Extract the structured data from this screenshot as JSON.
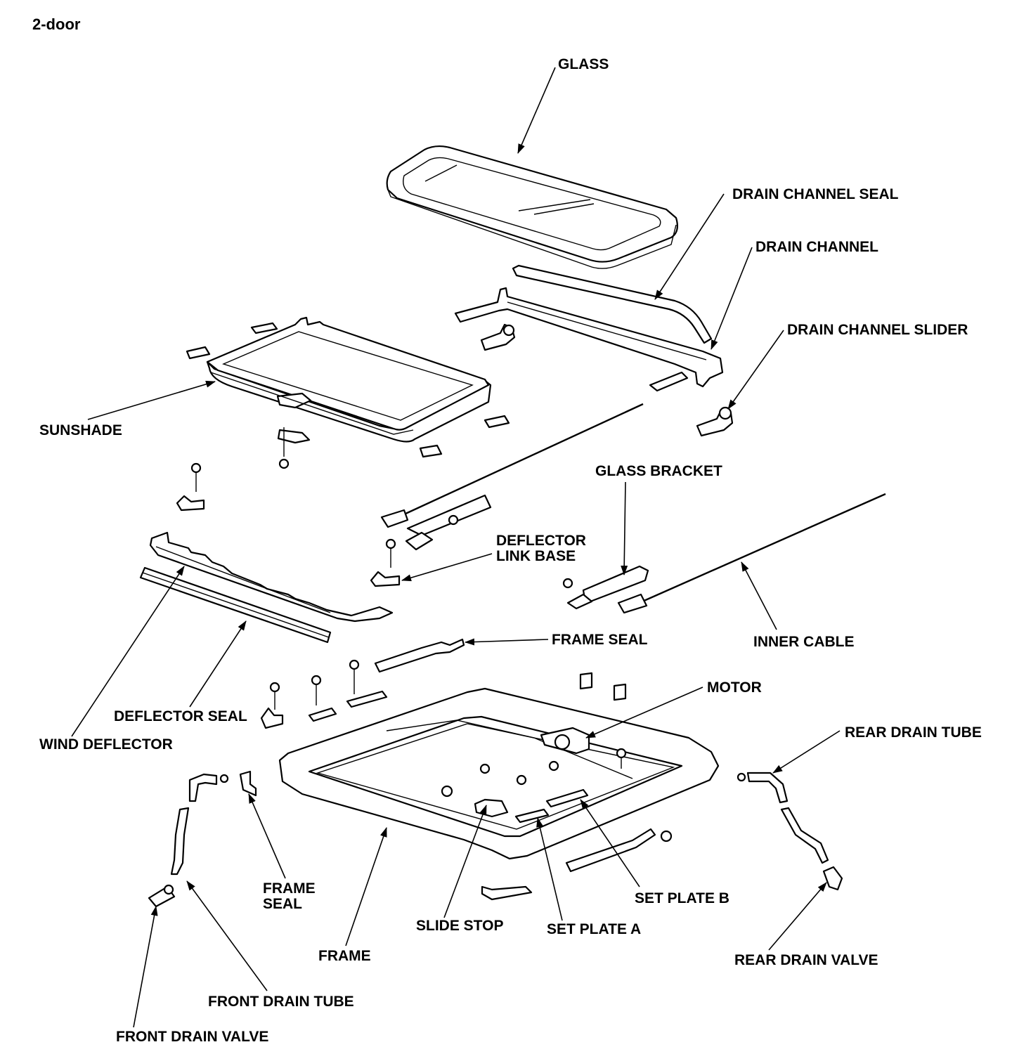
{
  "title": "2-door",
  "labels": {
    "glass": "GLASS",
    "drain_channel_seal": "DRAIN CHANNEL SEAL",
    "drain_channel": "DRAIN CHANNEL",
    "drain_channel_slider": "DRAIN CHANNEL SLIDER",
    "sunshade": "SUNSHADE",
    "glass_bracket": "GLASS BRACKET",
    "deflector_link_base_1": "DEFLECTOR",
    "deflector_link_base_2": "LINK BASE",
    "frame_seal_top": "FRAME SEAL",
    "inner_cable": "INNER CABLE",
    "motor": "MOTOR",
    "deflector_seal": "DEFLECTOR SEAL",
    "rear_drain_tube": "REAR DRAIN TUBE",
    "wind_deflector": "WIND DEFLECTOR",
    "frame_seal_left_1": "FRAME",
    "frame_seal_left_2": "SEAL",
    "set_plate_b": "SET PLATE B",
    "slide_stop": "SLIDE STOP",
    "set_plate_a": "SET PLATE A",
    "frame": "FRAME",
    "rear_drain_valve": "REAR DRAIN VALVE",
    "front_drain_tube": "FRONT DRAIN TUBE",
    "front_drain_valve": "FRONT DRAIN VALVE"
  }
}
